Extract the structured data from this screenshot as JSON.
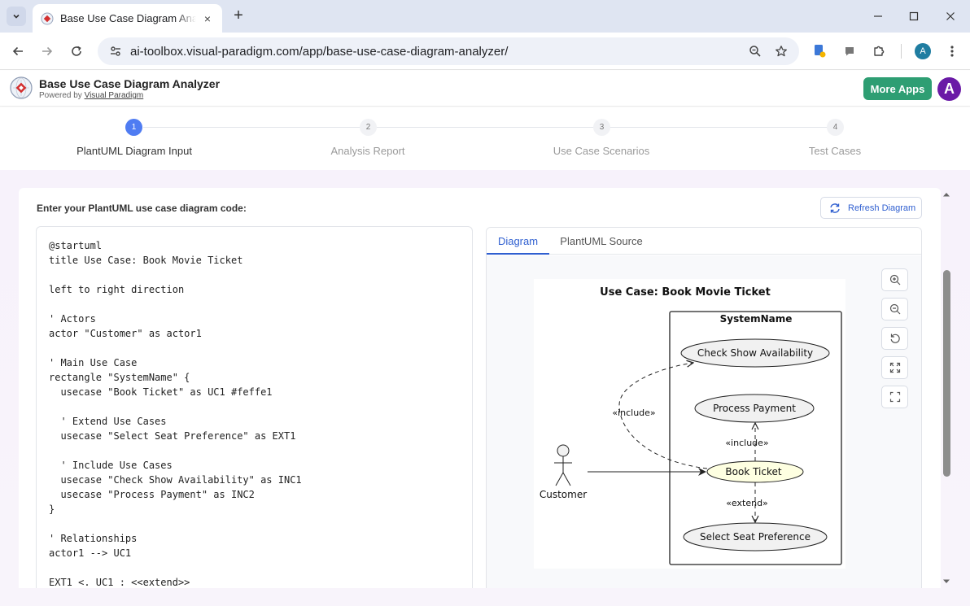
{
  "browser": {
    "tab_title": "Base Use Case Diagram Analyzer",
    "url": "ai-toolbox.visual-paradigm.com/app/base-use-case-diagram-analyzer/",
    "profile_initial": "A"
  },
  "app": {
    "title": "Base Use Case Diagram Analyzer",
    "powered_prefix": "Powered by",
    "powered_link": "Visual Paradigm",
    "more_apps": "More Apps",
    "user_initial": "A"
  },
  "stepper": {
    "steps": [
      {
        "number": "1",
        "label": "PlantUML Diagram Input",
        "active": true
      },
      {
        "number": "2",
        "label": "Analysis Report",
        "active": false
      },
      {
        "number": "3",
        "label": "Use Case Scenarios",
        "active": false
      },
      {
        "number": "4",
        "label": "Test Cases",
        "active": false
      }
    ]
  },
  "editor": {
    "label": "Enter your PlantUML use case diagram code:",
    "refresh_label": "Refresh Diagram",
    "lines": [
      "@startuml",
      "title Use Case: Book Movie Ticket",
      "",
      "left to right direction",
      "",
      "' Actors",
      "actor \"Customer\" as actor1",
      "",
      "' Main Use Case",
      "rectangle \"SystemName\" {",
      "  usecase \"Book Ticket\" as UC1 #feffe1",
      "",
      "  ' Extend Use Cases",
      "  usecase \"Select Seat Preference\" as EXT1",
      "",
      "  ' Include Use Cases",
      "  usecase \"Check Show Availability\" as INC1",
      "  usecase \"Process Payment\" as INC2",
      "}",
      "",
      "' Relationships",
      "actor1 --> UC1",
      "",
      "EXT1 <. UC1 : <<extend>>"
    ]
  },
  "diagram_panel": {
    "tabs": [
      "Diagram",
      "PlantUML Source"
    ],
    "active_tab": "Diagram",
    "diagram": {
      "title": "Use Case: Book Movie Ticket",
      "system": "SystemName",
      "actor": "Customer",
      "use_cases": {
        "check": "Check Show Availability",
        "payment": "Process Payment",
        "book": "Book Ticket",
        "seat": "Select Seat Preference"
      },
      "labels": {
        "include_left": "«include»",
        "include_right": "«include»",
        "extend": "«extend»"
      }
    },
    "zoom_controls": [
      "zoom-in",
      "zoom-out",
      "reset",
      "fit",
      "fullscreen"
    ]
  },
  "colors": {
    "accent": "#4f7cf2",
    "link": "#2f5fd0",
    "more_apps": "#2e9e73",
    "avatar": "#6a1aa6",
    "book_ticket_fill": "#feffe1",
    "usecase_fill": "#f1f1f1"
  }
}
